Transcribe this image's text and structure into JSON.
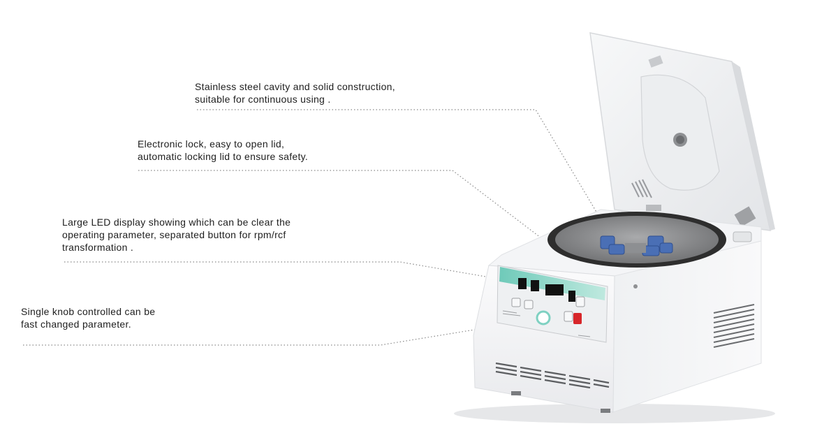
{
  "callouts": [
    {
      "id": "stainless",
      "lines": [
        "Stainless steel cavity and solid construction,",
        "suitable for continuous using ."
      ]
    },
    {
      "id": "lock",
      "lines": [
        "Electronic lock, easy to open lid,",
        "automatic locking lid to ensure safety."
      ]
    },
    {
      "id": "display",
      "lines": [
        "Large LED display showing which can be clear the",
        "operating parameter, separated button for rpm/rcf",
        "transformation ."
      ]
    },
    {
      "id": "knob",
      "lines": [
        "Single knob controlled can be",
        "fast changed parameter."
      ]
    }
  ],
  "colors": {
    "body": "#f4f5f7",
    "panel_accent": "#7fd1c2",
    "rim": "#2e2e2e",
    "rotor": "#4a6fb5",
    "stop_button": "#d7262a",
    "leader": "#8a8a8a"
  }
}
